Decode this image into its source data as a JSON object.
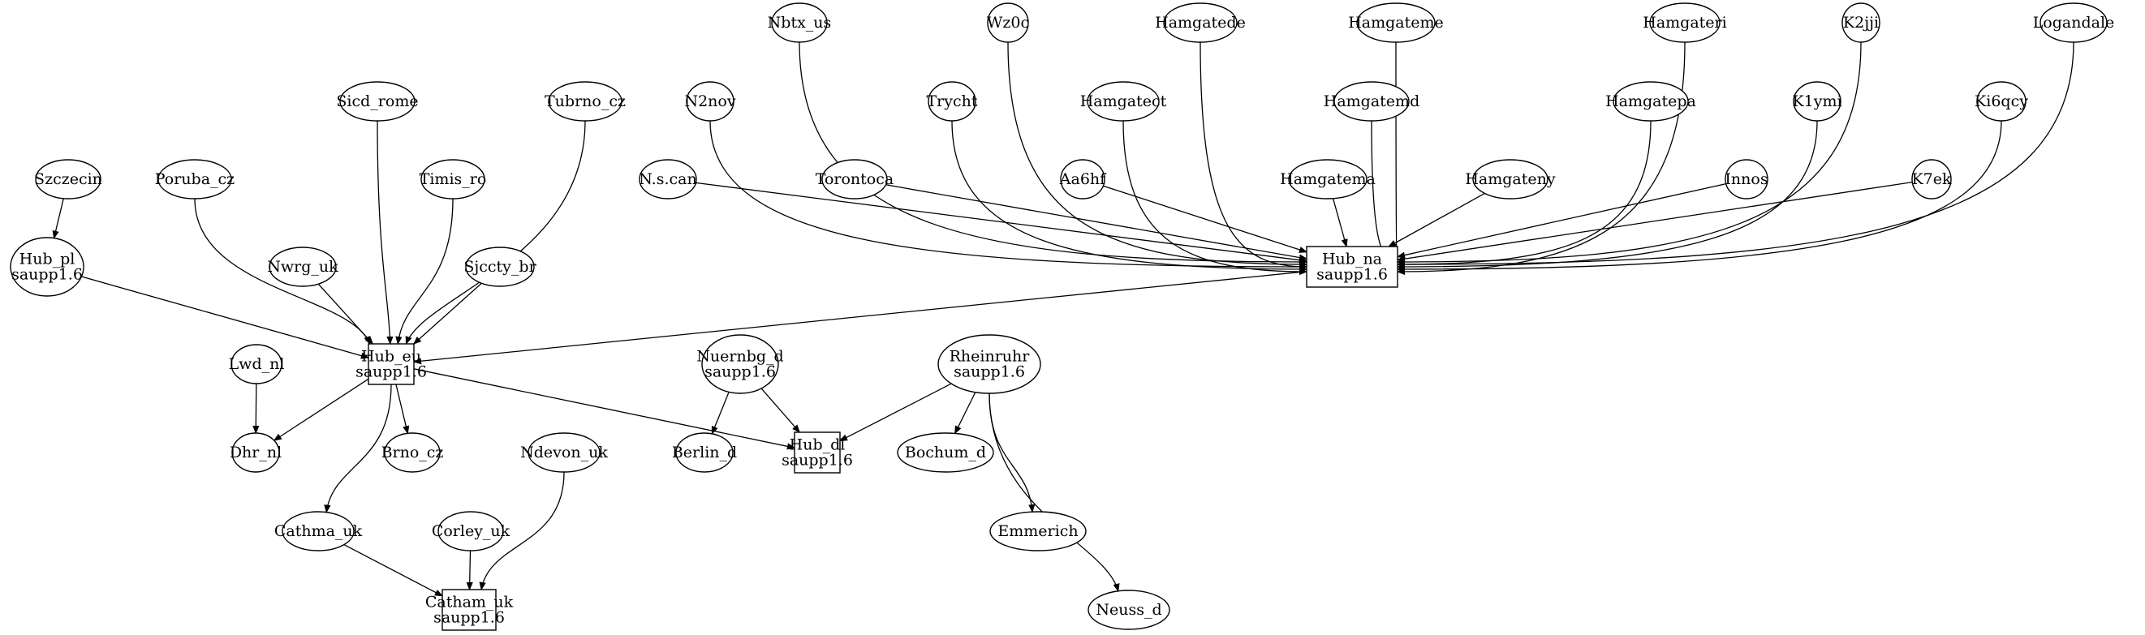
{
  "diagram": {
    "type": "directed-graph",
    "nodes": [
      {
        "id": "nbtx_us",
        "label": [
          "Nbtx_us"
        ],
        "shape": "ellipse"
      },
      {
        "id": "wz0c",
        "label": [
          "Wz0c"
        ],
        "shape": "ellipse"
      },
      {
        "id": "hamgatede",
        "label": [
          "Hamgatede"
        ],
        "shape": "ellipse"
      },
      {
        "id": "hamgateme",
        "label": [
          "Hamgateme"
        ],
        "shape": "ellipse"
      },
      {
        "id": "hamgateri",
        "label": [
          "Hamgateri"
        ],
        "shape": "ellipse"
      },
      {
        "id": "k2jji",
        "label": [
          "K2jji"
        ],
        "shape": "ellipse"
      },
      {
        "id": "logandale",
        "label": [
          "Logandale"
        ],
        "shape": "ellipse"
      },
      {
        "id": "sicd_rome",
        "label": [
          "Sicd_rome"
        ],
        "shape": "ellipse"
      },
      {
        "id": "tubrno_cz",
        "label": [
          "Tubrno_cz"
        ],
        "shape": "ellipse"
      },
      {
        "id": "n2nov",
        "label": [
          "N2nov"
        ],
        "shape": "ellipse"
      },
      {
        "id": "trycht",
        "label": [
          "Trycht"
        ],
        "shape": "ellipse"
      },
      {
        "id": "hamgatect",
        "label": [
          "Hamgatect"
        ],
        "shape": "ellipse"
      },
      {
        "id": "hamgatemd",
        "label": [
          "Hamgatemd"
        ],
        "shape": "ellipse"
      },
      {
        "id": "hamgatepa",
        "label": [
          "Hamgatepa"
        ],
        "shape": "ellipse"
      },
      {
        "id": "k1ymi",
        "label": [
          "K1ymi"
        ],
        "shape": "ellipse"
      },
      {
        "id": "ki6qcy",
        "label": [
          "Ki6qcy"
        ],
        "shape": "ellipse"
      },
      {
        "id": "szczecin",
        "label": [
          "Szczecin"
        ],
        "shape": "ellipse"
      },
      {
        "id": "poruba_cz",
        "label": [
          "Poruba_cz"
        ],
        "shape": "ellipse"
      },
      {
        "id": "timis_ro",
        "label": [
          "Timis_ro"
        ],
        "shape": "ellipse"
      },
      {
        "id": "nscan",
        "label": [
          "N.s.can"
        ],
        "shape": "ellipse"
      },
      {
        "id": "torontoca",
        "label": [
          "Torontoca"
        ],
        "shape": "ellipse"
      },
      {
        "id": "aa6hf",
        "label": [
          "Aa6hf"
        ],
        "shape": "ellipse"
      },
      {
        "id": "hamgatema",
        "label": [
          "Hamgatema"
        ],
        "shape": "ellipse"
      },
      {
        "id": "hamgateny",
        "label": [
          "Hamgateny"
        ],
        "shape": "ellipse"
      },
      {
        "id": "innos",
        "label": [
          "Innos"
        ],
        "shape": "ellipse"
      },
      {
        "id": "k7ek",
        "label": [
          "K7ek"
        ],
        "shape": "ellipse"
      },
      {
        "id": "hub_pl",
        "label": [
          "Hub_pl",
          "saupp1.6"
        ],
        "shape": "ellipse"
      },
      {
        "id": "nwrg_uk",
        "label": [
          "Nwrg_uk"
        ],
        "shape": "ellipse"
      },
      {
        "id": "sjccty_br",
        "label": [
          "Sjccty_br"
        ],
        "shape": "ellipse"
      },
      {
        "id": "hub_na",
        "label": [
          "Hub_na",
          "saupp1.6"
        ],
        "shape": "box"
      },
      {
        "id": "lwd_nl",
        "label": [
          "Lwd_nl"
        ],
        "shape": "ellipse"
      },
      {
        "id": "hub_eu",
        "label": [
          "Hub_eu",
          "saupp1.6"
        ],
        "shape": "box"
      },
      {
        "id": "nuernbg_d",
        "label": [
          "Nuernbg_d",
          "saupp1.6"
        ],
        "shape": "ellipse"
      },
      {
        "id": "rheinruhr",
        "label": [
          "Rheinruhr",
          "saupp1.6"
        ],
        "shape": "ellipse"
      },
      {
        "id": "dhr_nl",
        "label": [
          "Dhr_nl"
        ],
        "shape": "ellipse"
      },
      {
        "id": "brno_cz",
        "label": [
          "Brno_cz"
        ],
        "shape": "ellipse"
      },
      {
        "id": "ndevon_uk",
        "label": [
          "Ndevon_uk"
        ],
        "shape": "ellipse"
      },
      {
        "id": "berlin_d",
        "label": [
          "Berlin_d"
        ],
        "shape": "ellipse"
      },
      {
        "id": "hub_dl",
        "label": [
          "Hub_dl",
          "saupp1.6"
        ],
        "shape": "box"
      },
      {
        "id": "bochum_d",
        "label": [
          "Bochum_d"
        ],
        "shape": "ellipse"
      },
      {
        "id": "cathma_uk",
        "label": [
          "Cathma_uk"
        ],
        "shape": "ellipse"
      },
      {
        "id": "corley_uk",
        "label": [
          "Corley_uk"
        ],
        "shape": "ellipse"
      },
      {
        "id": "emmerich",
        "label": [
          "Emmerich"
        ],
        "shape": "ellipse"
      },
      {
        "id": "catham_uk",
        "label": [
          "Catham_uk",
          "saupp1.6"
        ],
        "shape": "box"
      },
      {
        "id": "neuss_d",
        "label": [
          "Neuss_d"
        ],
        "shape": "ellipse"
      }
    ],
    "edges": [
      {
        "from": "nbtx_us",
        "to": "hub_na"
      },
      {
        "from": "wz0c",
        "to": "hub_na"
      },
      {
        "from": "hamgatede",
        "to": "hub_na"
      },
      {
        "from": "hamgateme",
        "to": "hub_na"
      },
      {
        "from": "hamgateri",
        "to": "hub_na"
      },
      {
        "from": "k2jji",
        "to": "hub_na"
      },
      {
        "from": "logandale",
        "to": "hub_na"
      },
      {
        "from": "n2nov",
        "to": "hub_na"
      },
      {
        "from": "trycht",
        "to": "hub_na"
      },
      {
        "from": "hamgatect",
        "to": "hub_na"
      },
      {
        "from": "hamgatemd",
        "to": "hub_na"
      },
      {
        "from": "hamgatepa",
        "to": "hub_na"
      },
      {
        "from": "k1ymi",
        "to": "hub_na"
      },
      {
        "from": "ki6qcy",
        "to": "hub_na"
      },
      {
        "from": "nscan",
        "to": "hub_na"
      },
      {
        "from": "torontoca",
        "to": "hub_na"
      },
      {
        "from": "aa6hf",
        "to": "hub_na"
      },
      {
        "from": "hamgatema",
        "to": "hub_na"
      },
      {
        "from": "hamgateny",
        "to": "hub_na"
      },
      {
        "from": "innos",
        "to": "hub_na"
      },
      {
        "from": "k7ek",
        "to": "hub_na"
      },
      {
        "from": "szczecin",
        "to": "hub_pl"
      },
      {
        "from": "hub_pl",
        "to": "hub_eu"
      },
      {
        "from": "poruba_cz",
        "to": "hub_eu"
      },
      {
        "from": "sicd_rome",
        "to": "hub_eu"
      },
      {
        "from": "timis_ro",
        "to": "hub_eu"
      },
      {
        "from": "tubrno_cz",
        "to": "hub_eu"
      },
      {
        "from": "nwrg_uk",
        "to": "hub_eu"
      },
      {
        "from": "sjccty_br",
        "to": "hub_eu"
      },
      {
        "from": "hub_na",
        "to": "hub_eu"
      },
      {
        "from": "lwd_nl",
        "to": "dhr_nl"
      },
      {
        "from": "hub_eu",
        "to": "dhr_nl"
      },
      {
        "from": "hub_eu",
        "to": "brno_cz"
      },
      {
        "from": "hub_eu",
        "to": "cathma_uk"
      },
      {
        "from": "hub_eu",
        "to": "hub_dl"
      },
      {
        "from": "nuernbg_d",
        "to": "berlin_d"
      },
      {
        "from": "nuernbg_d",
        "to": "hub_dl"
      },
      {
        "from": "rheinruhr",
        "to": "hub_dl"
      },
      {
        "from": "rheinruhr",
        "to": "bochum_d"
      },
      {
        "from": "rheinruhr",
        "to": "emmerich"
      },
      {
        "from": "rheinruhr",
        "to": "neuss_d"
      },
      {
        "from": "cathma_uk",
        "to": "catham_uk"
      },
      {
        "from": "corley_uk",
        "to": "catham_uk"
      },
      {
        "from": "ndevon_uk",
        "to": "catham_uk"
      }
    ]
  }
}
